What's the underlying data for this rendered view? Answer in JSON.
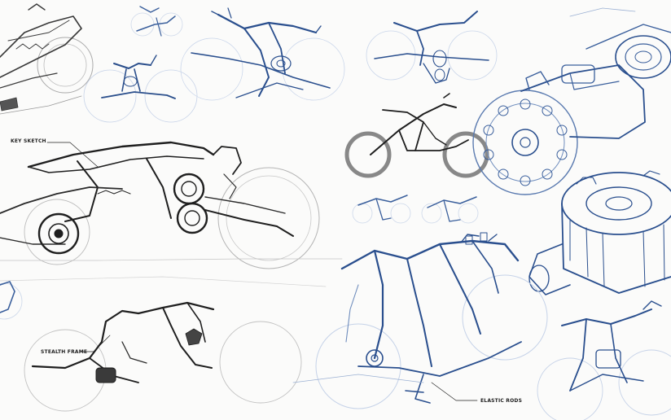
{
  "labels": {
    "key_sketch": "KEY SKETCH",
    "stealth_frame": "STEALTH FRAME",
    "elastic_rods": "ELASTIC RODS"
  },
  "colors": {
    "paper": "#fbfbfa",
    "graphite": "#2a2a2a",
    "graphite_light": "#9a9a9a",
    "ink_blue": "#27508f",
    "ink_blue_light": "#8fa8cf"
  }
}
